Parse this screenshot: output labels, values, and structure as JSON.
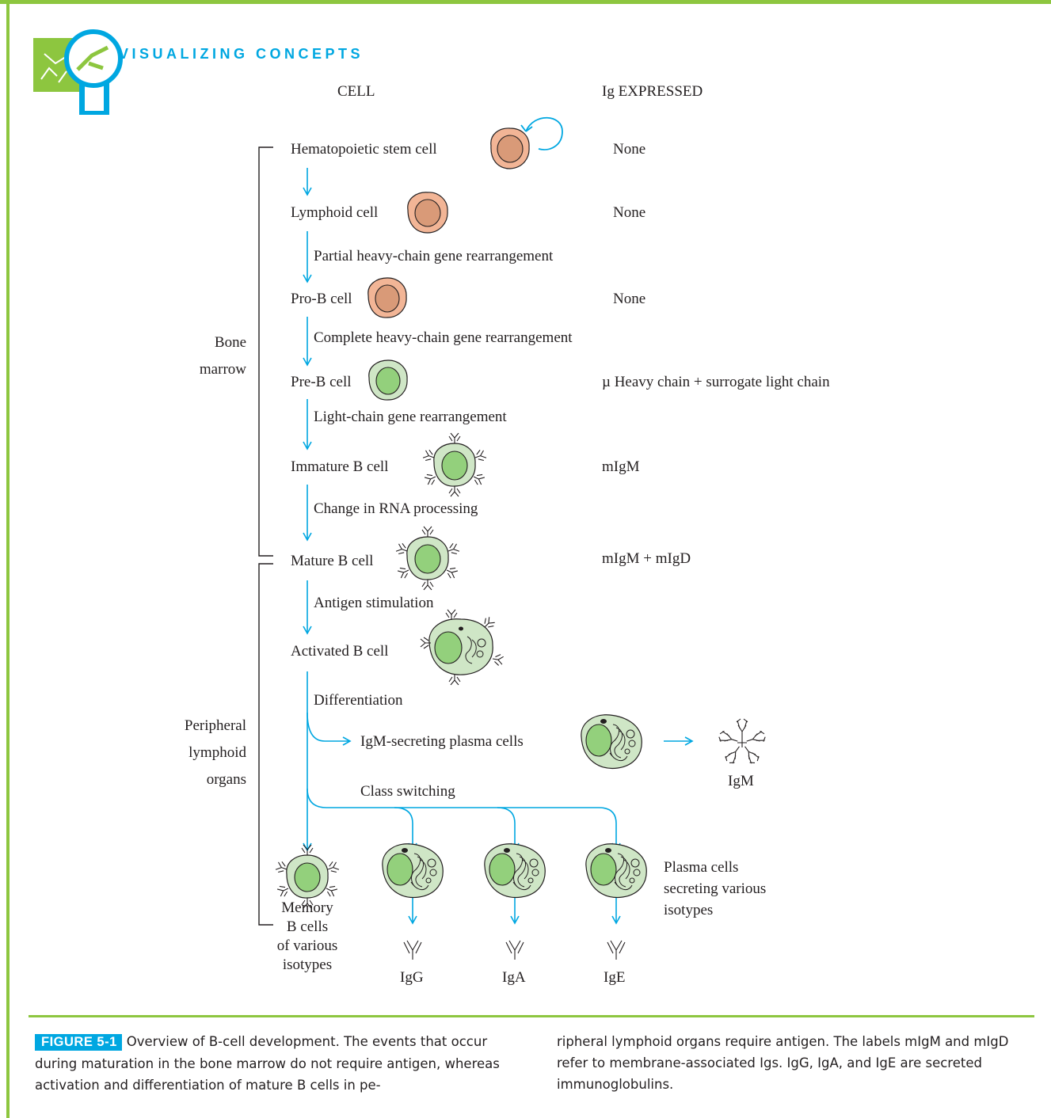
{
  "banner": "VISUALIZING CONCEPTS",
  "headers": {
    "cell": "CELL",
    "ig": "Ig EXPRESSED"
  },
  "sections": {
    "bone_marrow": [
      "Bone",
      "marrow"
    ],
    "peripheral": [
      "Peripheral",
      "lymphoid",
      "organs"
    ]
  },
  "stages": [
    {
      "cell": "Hematopoietic stem  cell",
      "ig": "None"
    },
    {
      "cell": "Lymphoid cell",
      "ig": "None"
    },
    {
      "cell": "Pro-B cell",
      "ig": "None"
    },
    {
      "cell": "Pre-B cell",
      "ig": "µ Heavy chain + surrogate light chain"
    },
    {
      "cell": "Immature B cell",
      "ig": "mIgM"
    },
    {
      "cell": "Mature B cell",
      "ig": "mIgM + mIgD"
    },
    {
      "cell": "Activated B cell"
    }
  ],
  "transitions": [
    "Partial heavy-chain gene rearrangement",
    "Complete heavy-chain gene rearrangement",
    "Light-chain gene rearrangement",
    "Change in RNA processing",
    "Antigen stimulation",
    "Differentiation",
    "Class switching"
  ],
  "igm_plasma_label": "IgM-secreting plasma cells",
  "igm_label": "IgM",
  "memory_label": [
    "Memory",
    "B cells",
    "of various",
    "isotypes"
  ],
  "plasma_various_label": [
    "Plasma cells",
    "secreting various",
    "isotypes"
  ],
  "isotypes": [
    "IgG",
    "IgA",
    "IgE"
  ],
  "caption": {
    "tag": "FIGURE 5-1",
    "left": "Overview of B-cell development. The events that occur during maturation in the bone marrow do not require antigen, whereas activation and differentiation of mature B cells in pe-",
    "right": "ripheral lymphoid organs require antigen. The labels mIgM and mIgD refer to membrane-associated Igs. IgG, IgA, and IgE are secreted immunoglobulins."
  },
  "colors": {
    "green_frame": "#8dc63f",
    "blue": "#00a7e1",
    "stem_cell": "#f2b596",
    "stem_nucleus": "#d99a78",
    "b_cell": "#cfe6c6",
    "b_nucleus": "#93d07c"
  }
}
